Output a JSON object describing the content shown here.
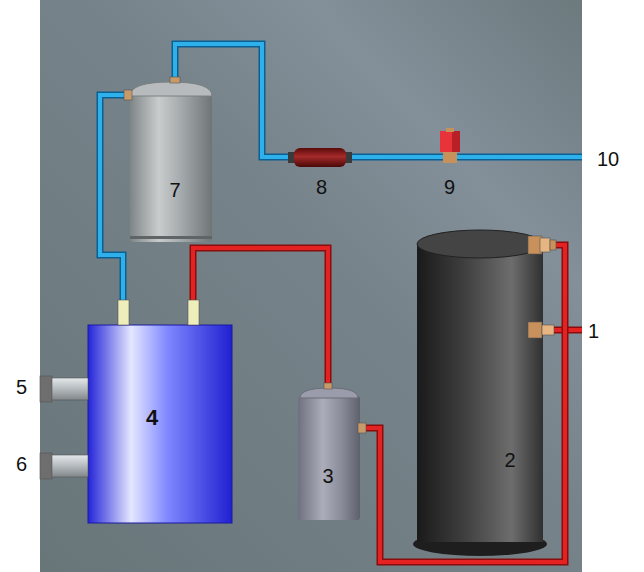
{
  "diagram": {
    "nodes": [
      {
        "text": [
          "7"
        ]
      },
      {
        "text": [
          "4"
        ]
      },
      {
        "text": [
          "3"
        ]
      },
      {
        "text": [
          "2"
        ]
      }
    ],
    "edges": [
      {
        "from": 0,
        "to": 1,
        "arrow": "none"
      },
      {
        "from": 1,
        "to": 2,
        "arrow": "none"
      },
      {
        "from": 2,
        "to": 3,
        "arrow": "none"
      }
    ],
    "labels": [
      "10",
      "8",
      "9",
      "1",
      "5",
      "6"
    ]
  }
}
